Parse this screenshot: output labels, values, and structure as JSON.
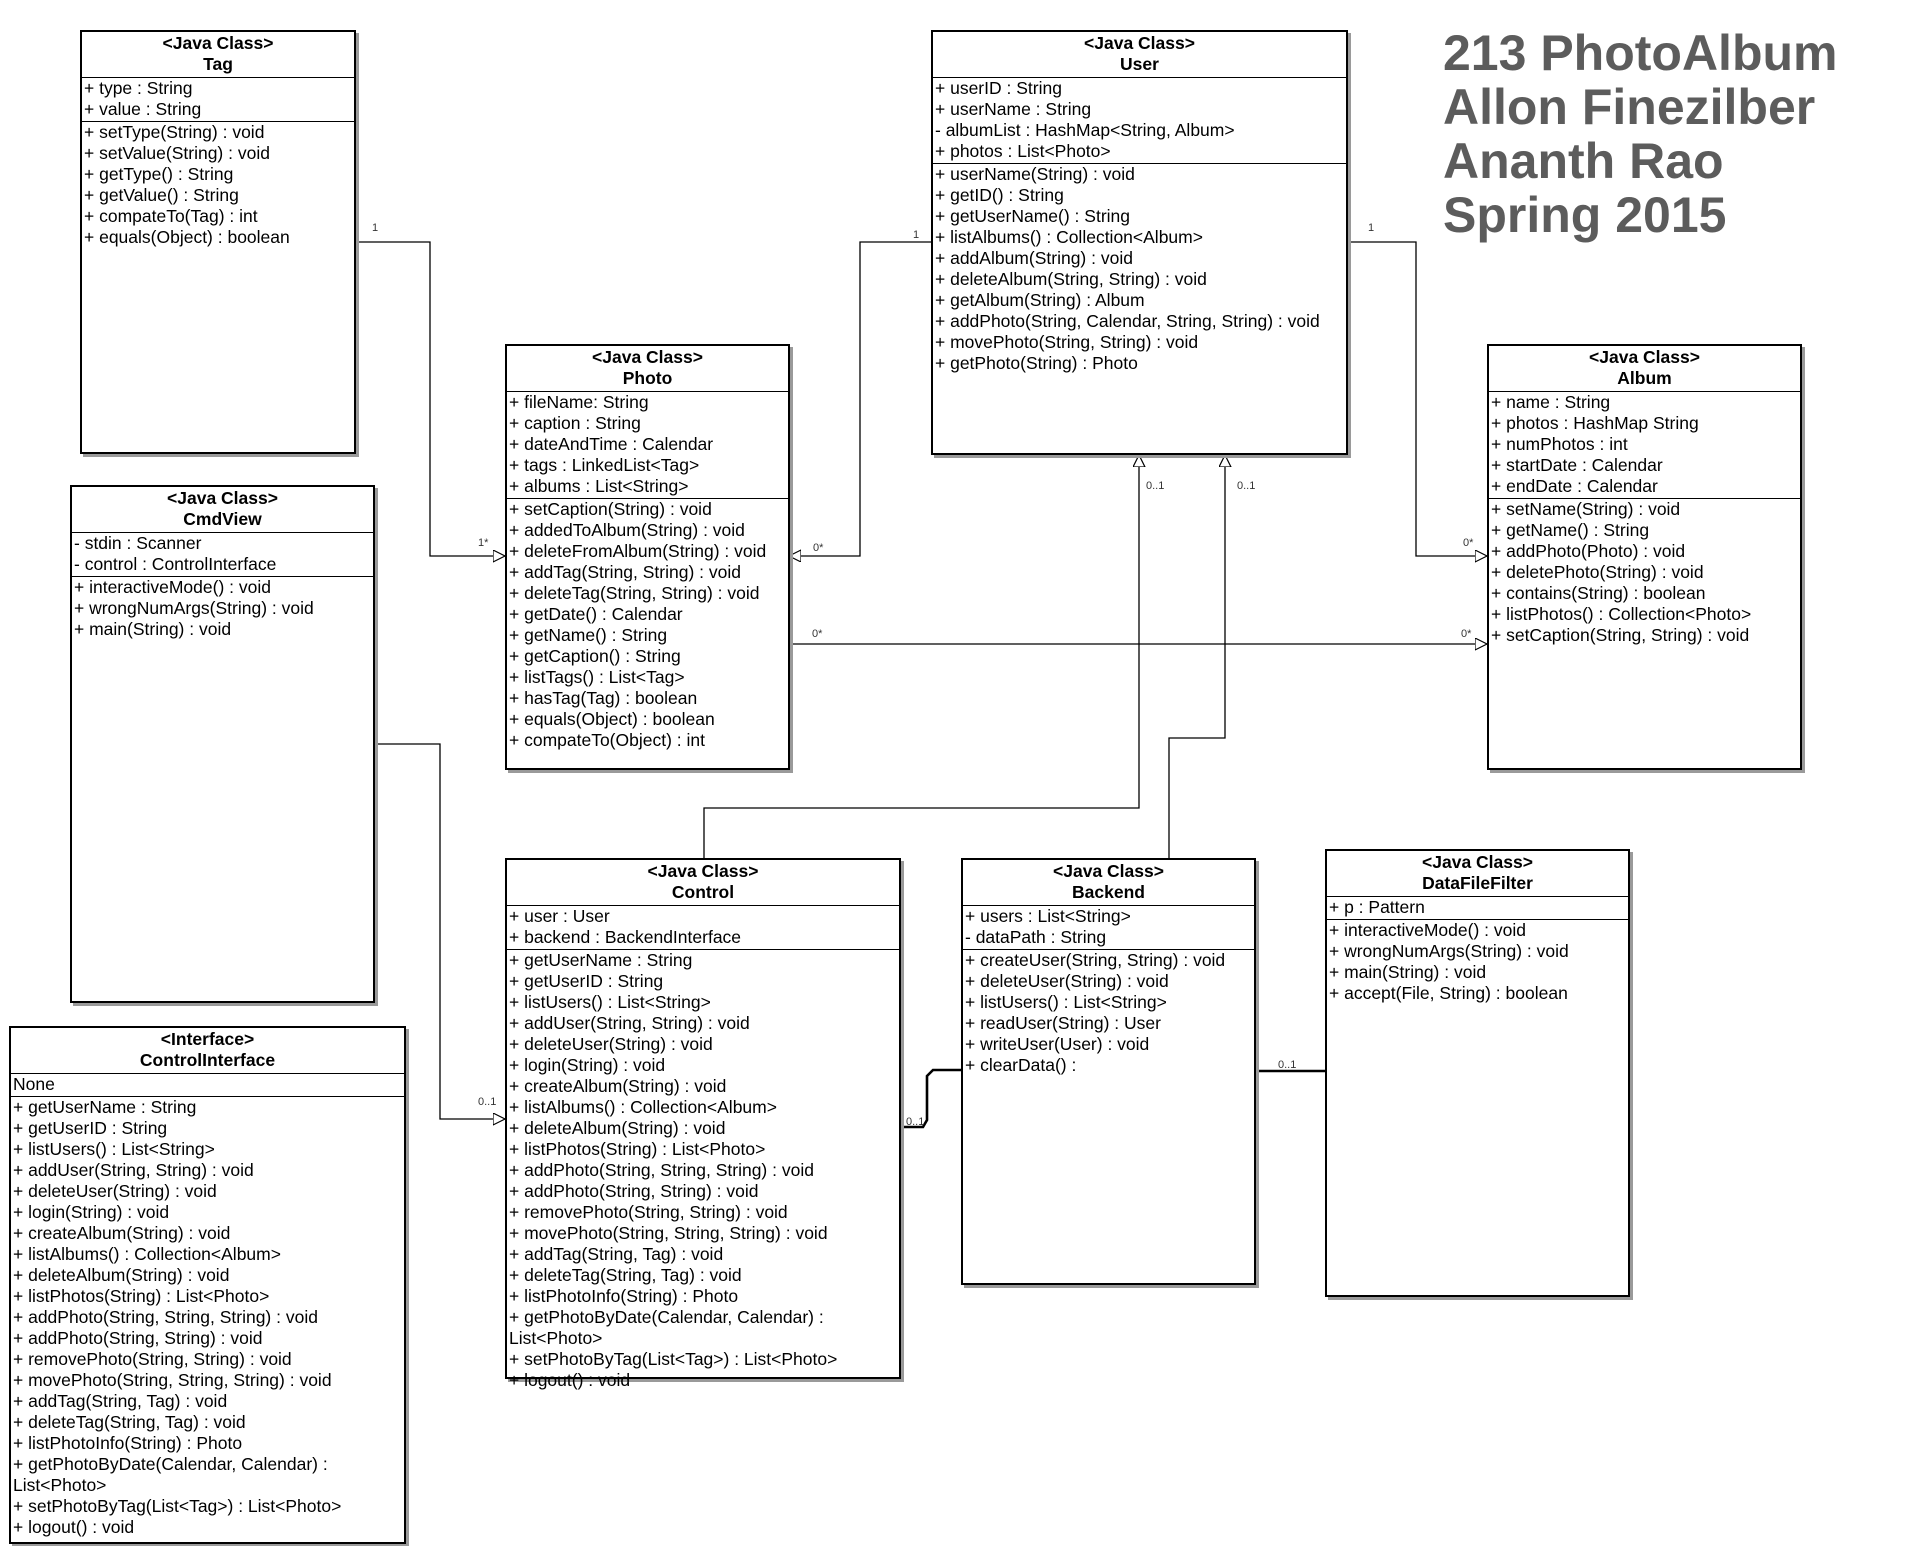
{
  "title_lines": [
    "213 PhotoAlbum",
    "Allon Finezilber",
    "Ananth Rao",
    "Spring 2015"
  ],
  "classes": {
    "tag": {
      "stereotype": "<Java Class>",
      "name": "Tag",
      "fields": [
        "+ type : String",
        "+ value : String"
      ],
      "methods": [
        "+ setType(String) : void",
        "+ setValue(String) : void",
        "+ getType() : String",
        "+ getValue() : String",
        "+ compateTo(Tag) : int",
        "+ equals(Object) : boolean"
      ]
    },
    "cmdview": {
      "stereotype": "<Java Class>",
      "name": "CmdView",
      "fields": [
        "- stdin : Scanner",
        "- control : ControlInterface"
      ],
      "methods": [
        "+ interactiveMode() : void",
        "+ wrongNumArgs(String) : void",
        "+ main(String) : void"
      ]
    },
    "controlinterface": {
      "stereotype": "<Interface>",
      "name": "ControlInterface",
      "fields": [
        "None"
      ],
      "methods": [
        "+ getUserName : String",
        "+ getUserID : String",
        "+ listUsers() : List<String>",
        "+ addUser(String, String) : void",
        "+ deleteUser(String) : void",
        "+ login(String) : void",
        "+ createAlbum(String) : void",
        "+ listAlbums() : Collection<Album>",
        "+ deleteAlbum(String) : void",
        "+ listPhotos(String) : List<Photo>",
        "+ addPhoto(String, String, String) : void",
        "+ addPhoto(String, String) : void",
        "+ removePhoto(String, String) : void",
        "+ movePhoto(String, String, String) : void",
        "+ addTag(String, Tag) : void",
        "+ deleteTag(String, Tag) : void",
        "+ listPhotoInfo(String) : Photo",
        "+ getPhotoByDate(Calendar, Calendar) : List<Photo>",
        "+ setPhotoByTag(List<Tag>) : List<Photo>",
        "+ logout() : void"
      ]
    },
    "photo": {
      "stereotype": "<Java Class>",
      "name": "Photo",
      "fields": [
        "+ fileName: String",
        "+ caption : String",
        "+ dateAndTime : Calendar",
        "+ tags : LinkedList<Tag>",
        "+ albums : List<String>"
      ],
      "methods": [
        "+ setCaption(String) : void",
        "+ addedToAlbum(String) : void",
        "+ deleteFromAlbum(String) : void",
        "+ addTag(String, String) : void",
        "+ deleteTag(String, String) : void",
        "+ getDate() : Calendar",
        "+ getName() : String",
        "+ getCaption() : String",
        "+ listTags() : List<Tag>",
        "+ hasTag(Tag) : boolean",
        "+ equals(Object) : boolean",
        "+ compateTo(Object) : int"
      ]
    },
    "user": {
      "stereotype": "<Java Class>",
      "name": "User",
      "fields": [
        "+ userID : String",
        "+ userName : String",
        "- albumList : HashMap<String, Album>",
        "+ photos : List<Photo>"
      ],
      "methods": [
        "+ userName(String) : void",
        "+ getID() : String",
        "+ getUserName() : String",
        "+ listAlbums() : Collection<Album>",
        "+ addAlbum(String) : void",
        "+ deleteAlbum(String, String) : void",
        "+ getAlbum(String) : Album",
        "+ addPhoto(String, Calendar, String, String) : void",
        "+ movePhoto(String, String) : void",
        "+ getPhoto(String) : Photo"
      ]
    },
    "album": {
      "stereotype": "<Java Class>",
      "name": "Album",
      "fields": [
        "+ name : String",
        "+ photos : HashMap String",
        "+ numPhotos : int",
        "+ startDate : Calendar",
        "+ endDate : Calendar"
      ],
      "methods": [
        "+ setName(String) : void",
        "+ getName() : String",
        "+ addPhoto(Photo) : void",
        "+ deletePhoto(String) : void",
        "+ contains(String) : boolean",
        "+ listPhotos() : Collection<Photo>",
        "+ setCaption(String, String) : void"
      ]
    },
    "control": {
      "stereotype": "<Java Class>",
      "name": "Control",
      "fields": [
        "+ user : User",
        "+ backend : BackendInterface"
      ],
      "methods": [
        "+ getUserName : String",
        "+ getUserID : String",
        "+ listUsers() : List<String>",
        "+ addUser(String, String) : void",
        "+ deleteUser(String) : void",
        "+ login(String) : void",
        "+ createAlbum(String) : void",
        "+ listAlbums() : Collection<Album>",
        "+ deleteAlbum(String) : void",
        "+ listPhotos(String) : List<Photo>",
        "+ addPhoto(String, String, String) : void",
        "+ addPhoto(String, String) : void",
        "+ removePhoto(String, String) : void",
        "+ movePhoto(String, String, String) : void",
        "+ addTag(String, Tag) : void",
        "+ deleteTag(String, Tag) : void",
        "+ listPhotoInfo(String) : Photo",
        "+ getPhotoByDate(Calendar, Calendar) : List<Photo>",
        "+ setPhotoByTag(List<Tag>) : List<Photo>",
        "+ logout() : void"
      ]
    },
    "backend": {
      "stereotype": "<Java Class>",
      "name": "Backend",
      "fields": [
        "+ users : List<String>",
        "-  dataPath : String"
      ],
      "methods": [
        "+ createUser(String, String) : void",
        "+ deleteUser(String) : void",
        "+ listUsers() : List<String>",
        "+ readUser(String) : User",
        "+ writeUser(User) : void",
        "+ clearData() :"
      ]
    },
    "datafilefilter": {
      "stereotype": "<Java Class>",
      "name": "DataFileFilter",
      "fields": [
        "+ p : Pattern"
      ],
      "methods": [
        "+ interactiveMode() : void",
        "+ wrongNumArgs(String) : void",
        "+ main(String) : void",
        "+ accept(File, String) : boolean"
      ]
    }
  },
  "multiplicities": {
    "tag_photo_src": "1",
    "tag_photo_dst": "1*",
    "user_photo_src": "1",
    "user_photo_dst": "0*",
    "user_album_src": "1",
    "user_album_dst": "0*",
    "photo_album_src": "0*",
    "photo_album_dst": "0*",
    "control_user": "0..1",
    "backend_user": "0..1",
    "cmdview_control": "0..1",
    "control_backend": "0..1",
    "backend_filter": "0..1"
  },
  "colors": {
    "line": "#000000",
    "shadow": "#9a9a9a",
    "title": "#5c5c5c"
  }
}
